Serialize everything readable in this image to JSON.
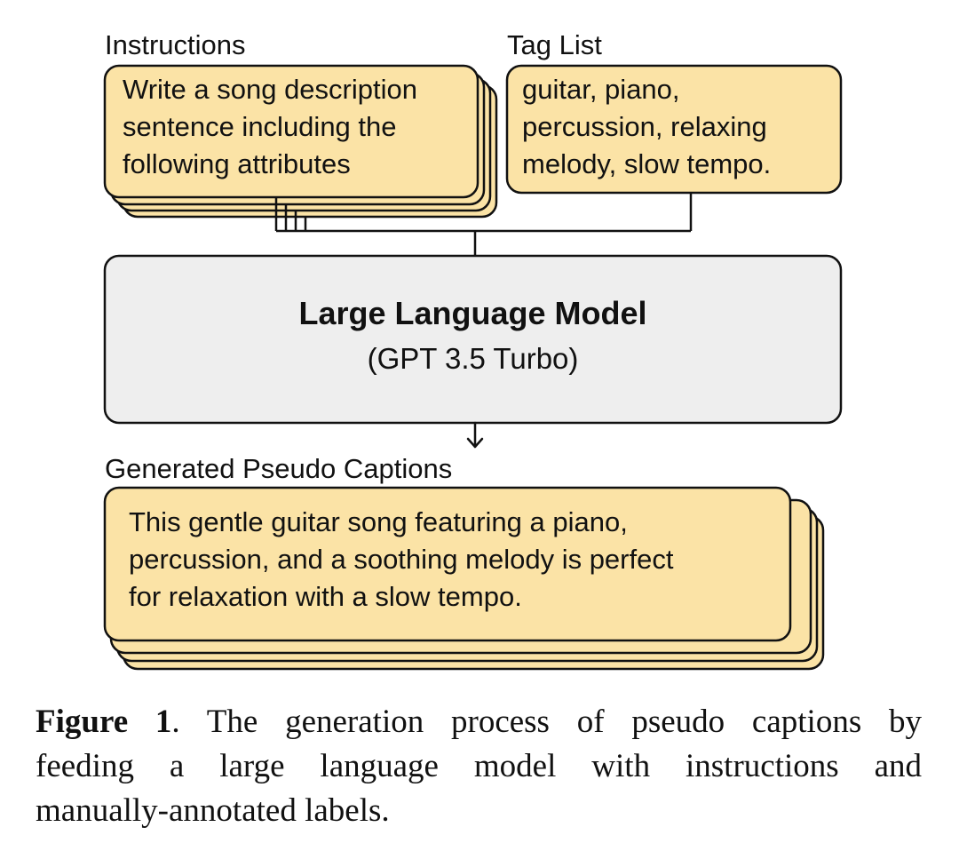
{
  "diagram": {
    "instructions_label": "Instructions",
    "instructions_lines": [
      "Write a song description",
      "sentence including the",
      "following attributes"
    ],
    "tag_list_label": "Tag List",
    "tag_list_lines": [
      "guitar, piano,",
      "percussion, relaxing",
      "melody, slow tempo."
    ],
    "llm_title": "Large Language Model",
    "llm_subtitle": "(GPT 3.5 Turbo)",
    "output_label": "Generated Pseudo Captions",
    "output_lines": [
      "This gentle guitar song featuring a piano,",
      "percussion, and a soothing melody is perfect",
      "for relaxation with a slow tempo."
    ]
  },
  "colors": {
    "card_fill": "#fbe3a6",
    "model_fill": "#eeeeee",
    "stroke": "#111111"
  },
  "caption": {
    "figure_label": "Figure 1",
    "line1": ". The generation process of pseudo captions by",
    "line2": "feeding a large language model with instructions and",
    "line3": "manually-annotated labels."
  }
}
